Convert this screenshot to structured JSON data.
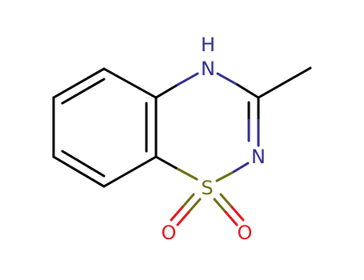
{
  "molecule": {
    "colors": {
      "carbon": "#000000",
      "nitrogen": "#2e2d8c",
      "sulfur": "#6e6e12",
      "oxygen": "#e8141b"
    },
    "atoms": {
      "nh_n": "N",
      "nh_h": "H",
      "n_ring": "N",
      "sulfur": "S",
      "oxygen_left": "O",
      "oxygen_right": "O"
    }
  }
}
